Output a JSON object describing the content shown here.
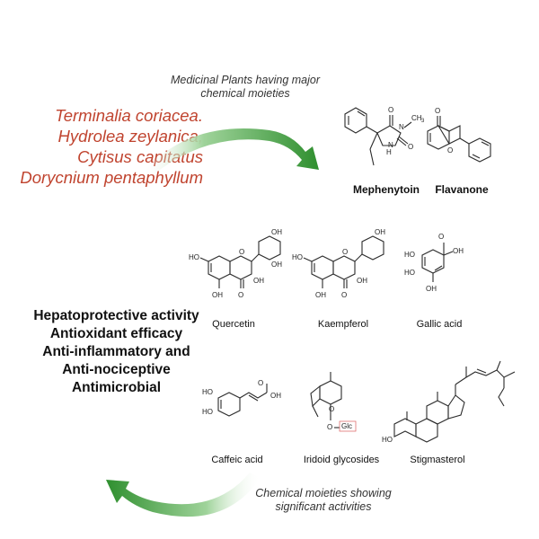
{
  "top_note": [
    "Medicinal Plants having major",
    "chemical moieties"
  ],
  "plants": [
    "Terminalia coriacea.",
    "Hydrolea zeylanica,",
    "Cytisus capitatus",
    "Dorycnium pentaphyllum"
  ],
  "activities": [
    "Hepatoprotective activity",
    "Antioxidant efficacy",
    "Anti-inflammatory and",
    "Anti-nociceptive",
    "Antimicrobial"
  ],
  "bottom_note": [
    "Chemical moieties showing",
    "significant activities"
  ],
  "compounds": {
    "mephenytoin": "Mephenytoin",
    "flavanone": "Flavanone",
    "quercetin": "Quercetin",
    "kaempferol": "Kaempferol",
    "gallic_acid": "Gallic acid",
    "caffeic_acid": "Caffeic acid",
    "iridoid": "Iridoid glycosides",
    "stigmasterol": "Stigmasterol"
  },
  "atom_labels": {
    "oh": "OH",
    "ho": "HO",
    "o": "O",
    "n": "N",
    "nh": "H",
    "ch3": "CH",
    "sub3": "3",
    "glc": "Glc"
  },
  "colors": {
    "plants_text": "#c0442f",
    "arrow_green": "#3c9c3c"
  }
}
